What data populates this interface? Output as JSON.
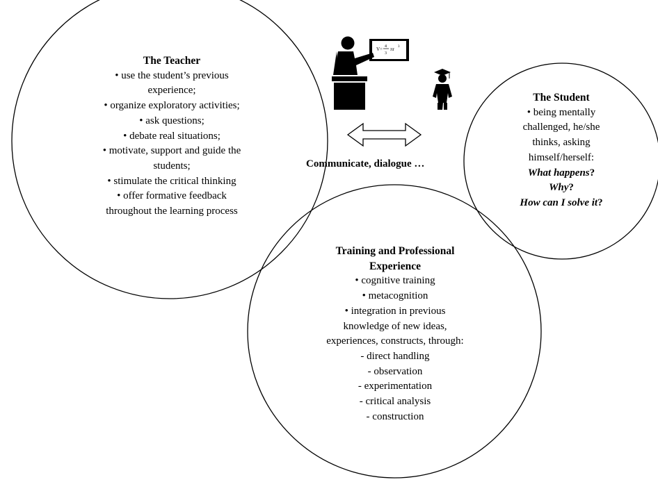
{
  "teacher": {
    "title": "The Teacher",
    "items": [
      "• use the student’s previous",
      "experience;",
      "• organize exploratory activities;",
      "• ask questions;",
      "• debate real situations;",
      "• motivate, support and guide the",
      "students;",
      "• stimulate the critical thinking",
      "• offer formative feedback",
      "throughout the learning process"
    ]
  },
  "student": {
    "title": "The Student",
    "items": [
      "• being mentally",
      "challenged, he/she",
      "thinks, asking",
      "himself/herself:"
    ],
    "questions": [
      {
        "text": "What happens",
        "mark": "?"
      },
      {
        "text": "Why",
        "mark": "?"
      },
      {
        "text": "How can I solve it",
        "mark": "?"
      }
    ]
  },
  "training": {
    "title_line1": "Training and Professional",
    "title_line2": "Experience",
    "items": [
      "• cognitive training",
      "• metacognition",
      "• integration in previous",
      "knowledge of new ideas,",
      "experiences, constructs, through:",
      "- direct handling",
      "- observation",
      "- experimentation",
      "- critical analysis",
      "- construction"
    ]
  },
  "connector": {
    "caption": "Communicate, dialogue …"
  },
  "board": {
    "formula_prefix": "V=",
    "numerator": "4",
    "denominator": "3",
    "suffix": "πr",
    "exponent": "3"
  },
  "icons": {
    "teacher": "teacher-at-blackboard-icon",
    "student": "graduate-student-icon",
    "arrow": "double-arrow-icon"
  }
}
